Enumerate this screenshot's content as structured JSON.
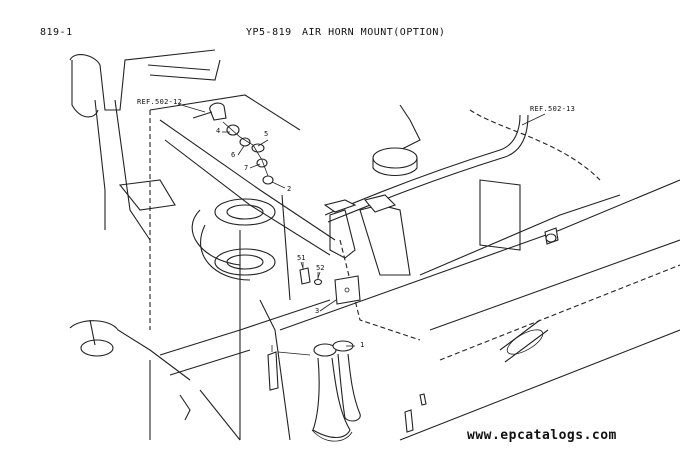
{
  "header": {
    "page_id": "819-1",
    "title_code": "YP5-819",
    "title_text": "AIR HORN MOUNT(OPTION)"
  },
  "references": {
    "left": "REF.502-12",
    "right": "REF.502-13"
  },
  "callouts": [
    "4",
    "5",
    "6",
    "7",
    "2",
    "51",
    "52",
    "3",
    "1"
  ],
  "watermark": "www.epcatalogs.com",
  "colors": {
    "ink": "#222222",
    "paper": "#ffffff"
  }
}
